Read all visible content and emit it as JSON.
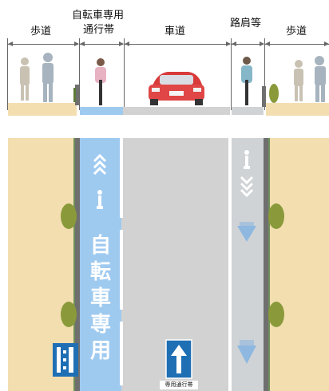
{
  "section": {
    "sidewalk_left": "歩道",
    "bike_lane_line1": "自転車専用",
    "bike_lane_line2": "通行帯",
    "roadway": "車道",
    "shoulder": "路肩等",
    "sidewalk_right": "歩道"
  },
  "plan": {
    "bike_lane_marking": [
      "自",
      "転",
      "車",
      "専",
      "用"
    ],
    "sign_caption": "専用通行帯"
  },
  "colors": {
    "sidewalk": "#f3deb0",
    "bike_lane": "#9fcaf0",
    "roadway": "#d2d2d2",
    "shoulder": "#cfd3d6",
    "curb": "#6f6f6f",
    "shrub": "#8a9a3a",
    "sign": "#1f6fb4"
  }
}
